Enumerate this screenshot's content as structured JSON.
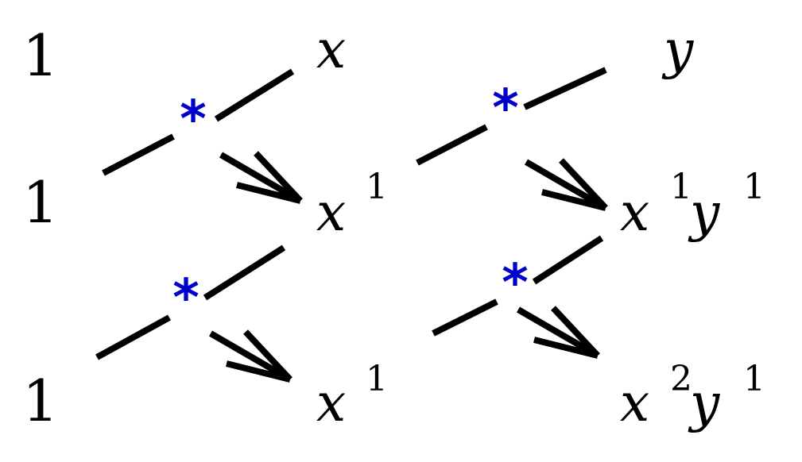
{
  "colors": {
    "star": "#0000cc",
    "ink": "#000000"
  },
  "row1": {
    "left": "1",
    "mid": "x",
    "right": "y"
  },
  "row2": {
    "left": "1",
    "mid_base": "x",
    "mid_exp": "1",
    "right_base1": "x",
    "right_exp1": "1",
    "right_base2": "y",
    "right_exp2": "1"
  },
  "row3": {
    "left": "1",
    "mid_base": "x",
    "mid_exp": "1",
    "right_base1": "x",
    "right_exp1": "2",
    "right_base2": "y",
    "right_exp2": "1"
  },
  "operator": "*"
}
